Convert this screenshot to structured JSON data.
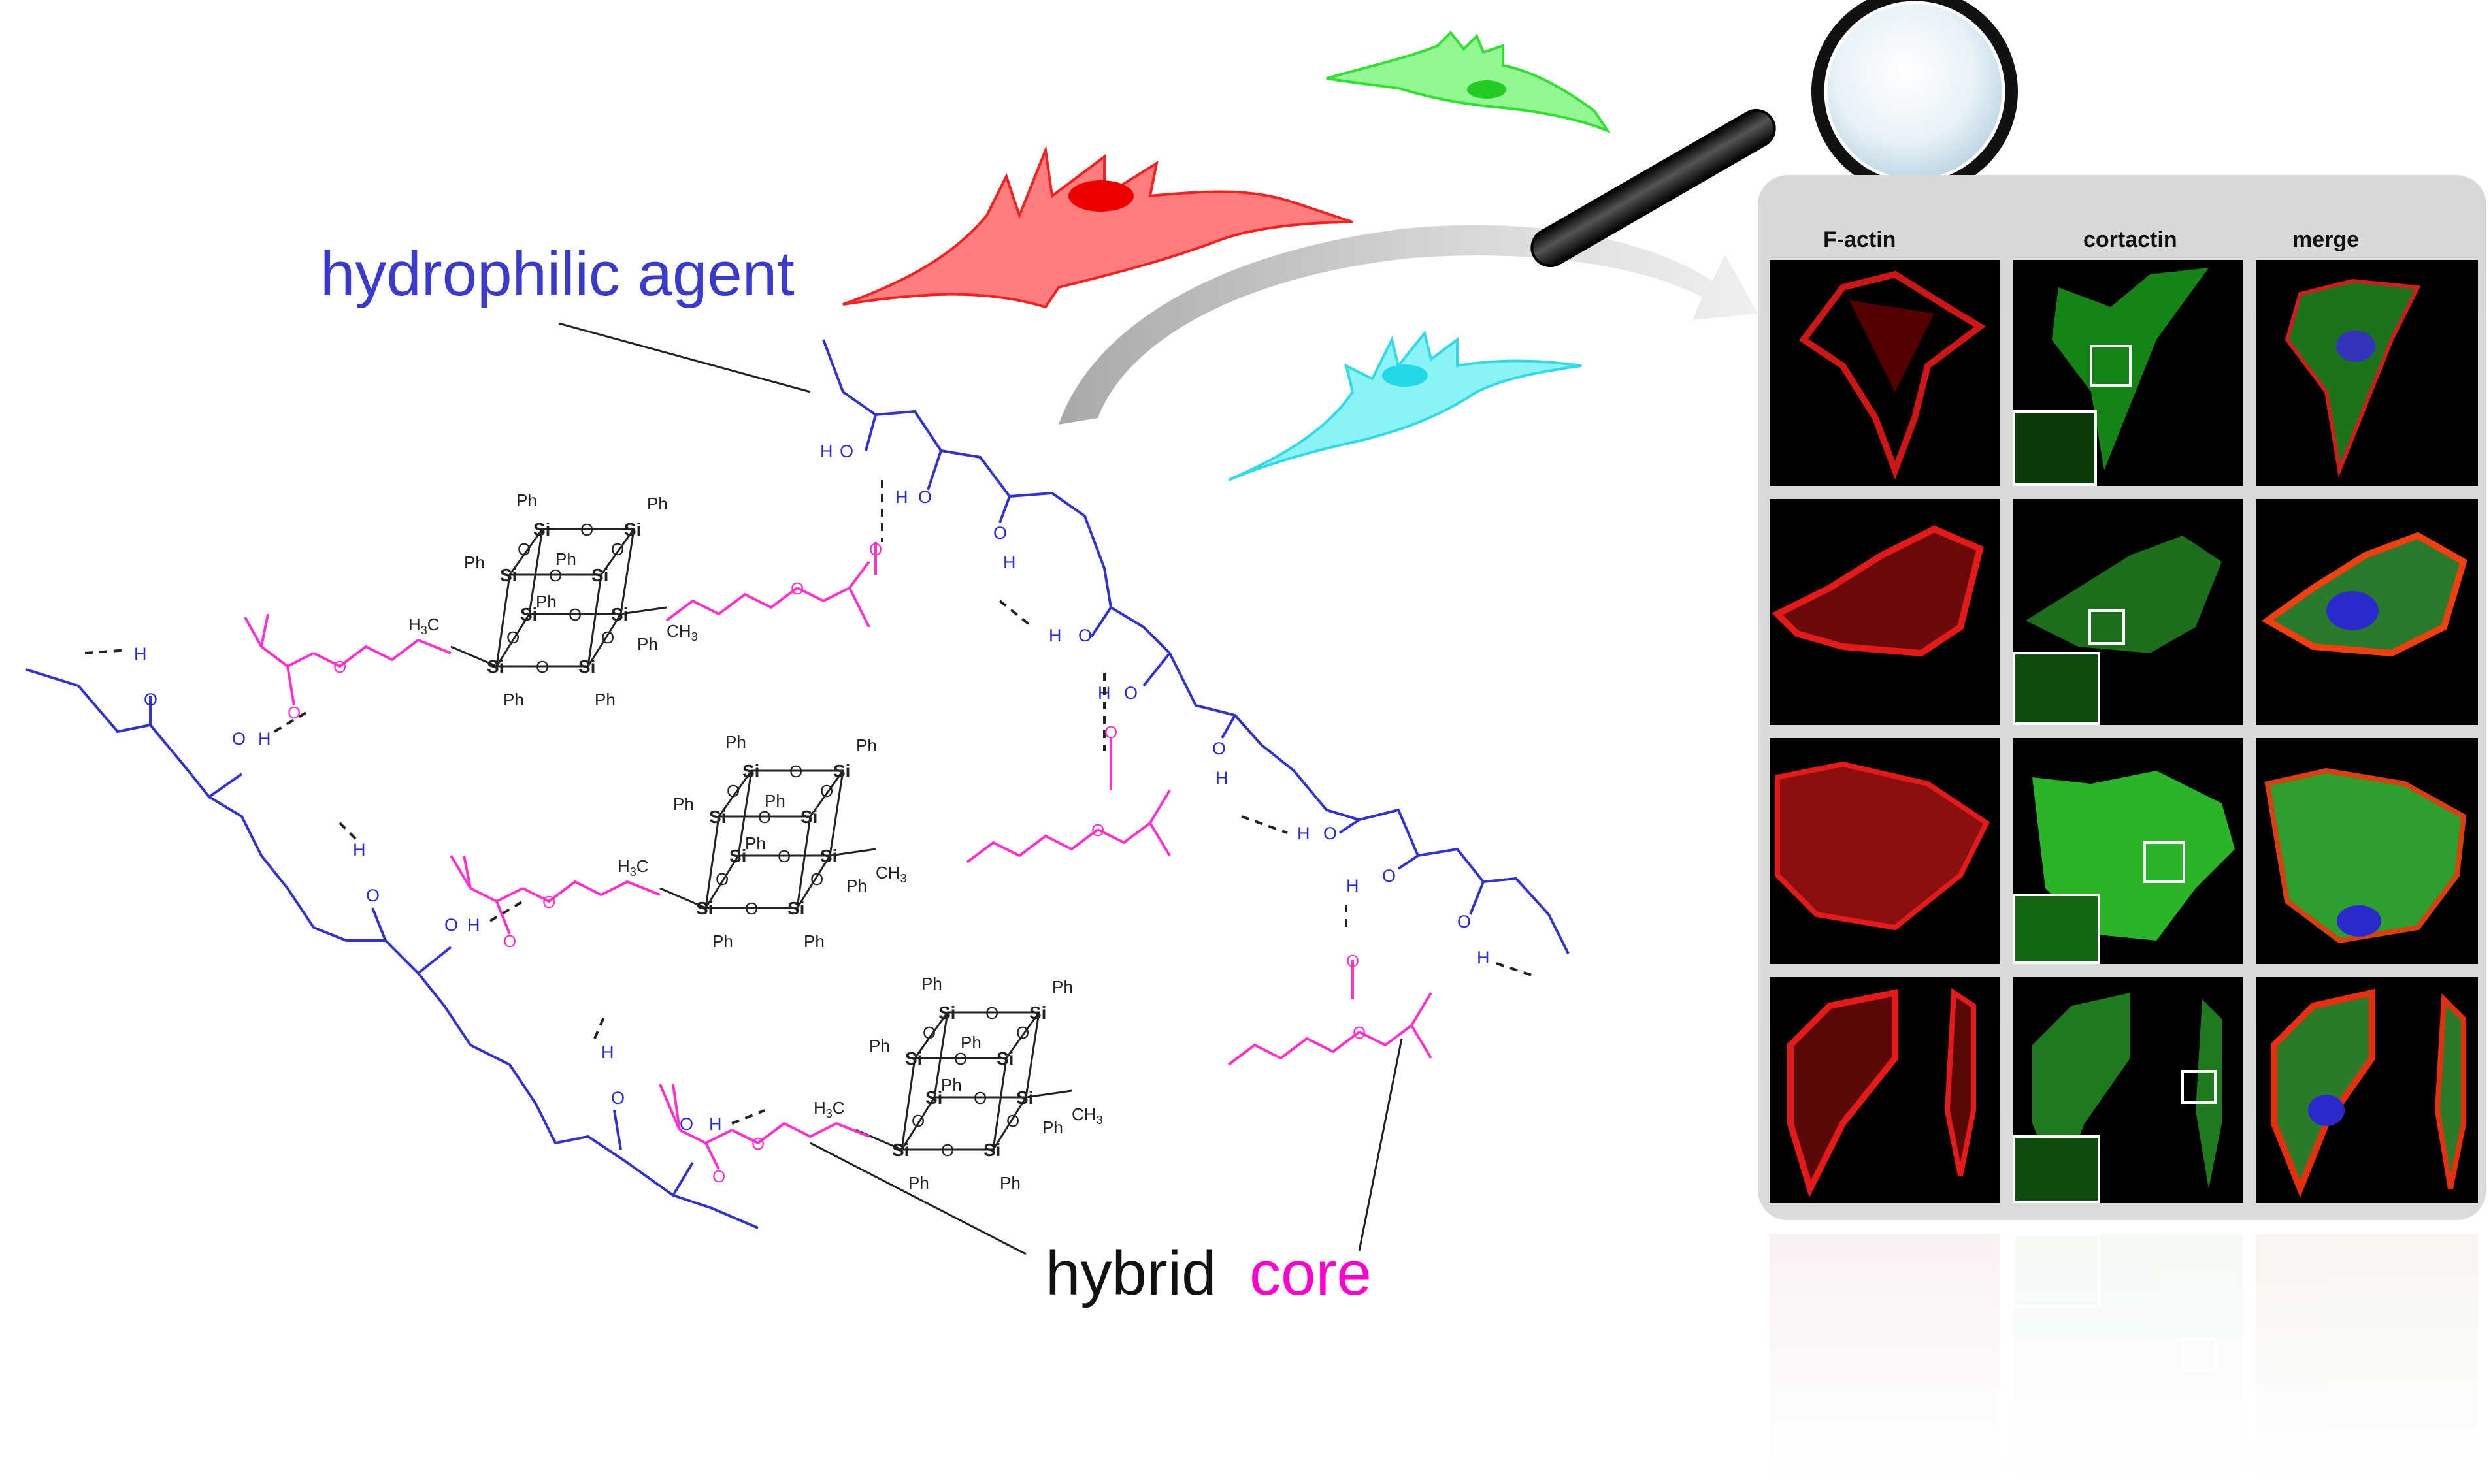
{
  "labels": {
    "hydrophilic_agent": "hydrophilic agent",
    "hybrid_word": "hybrid",
    "core_word": "core"
  },
  "panel": {
    "columns": [
      "F-actin",
      "cortactin",
      "merge"
    ],
    "rows": 4
  },
  "chem": {
    "ph": "Ph",
    "si": "Si",
    "o": "O",
    "h": "H",
    "ch3": "CH",
    "h3c": "H",
    "sub3": "3"
  },
  "colors": {
    "hydrophilic": "#2b2bd6",
    "core": "#ff00cc",
    "cell_red": "#ff6a6a",
    "cell_green": "#5cf05c",
    "cell_cyan": "#52eaf0",
    "structure": "#2b2bd6",
    "methacrylate": "#ff33cc"
  },
  "icons": [
    "magnifier-icon",
    "cell-red-icon",
    "cell-green-icon",
    "cell-cyan-icon",
    "curved-arrow-icon"
  ]
}
